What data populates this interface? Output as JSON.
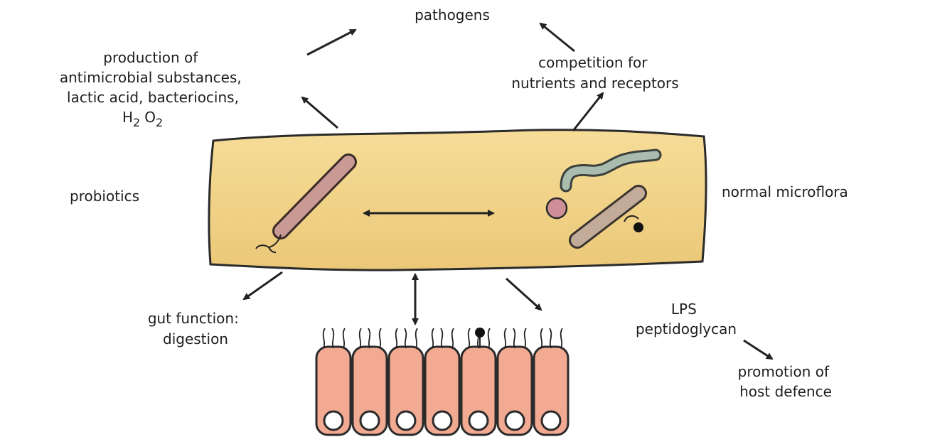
{
  "labels": {
    "pathogens": "pathogens",
    "antimicrobial": [
      "production of",
      "antimicrobial substances,",
      "lactic acid, bacteriocins,"
    ],
    "h2o2": {
      "h": "H",
      "sub1": "2",
      "o": "O",
      "sub2": "2"
    },
    "competition": [
      "competition for",
      "nutrients and receptors"
    ],
    "probiotics": "probiotics",
    "normal_microflora": "normal microflora",
    "gut_function": [
      "gut function:",
      "digestion"
    ],
    "lps": [
      "LPS",
      "peptidoglycan"
    ],
    "host_defence": [
      "promotion of",
      "host defence"
    ]
  },
  "colors": {
    "lumen_fill": "#f2d48a",
    "lumen_stroke": "#2b2b2b",
    "probiotic_rod": "#c99a94",
    "microflora_rod": "#c2ab98",
    "spiral": "#a9bcae",
    "coccus": "#cf8f98",
    "epithelium": "#f3aa92"
  }
}
